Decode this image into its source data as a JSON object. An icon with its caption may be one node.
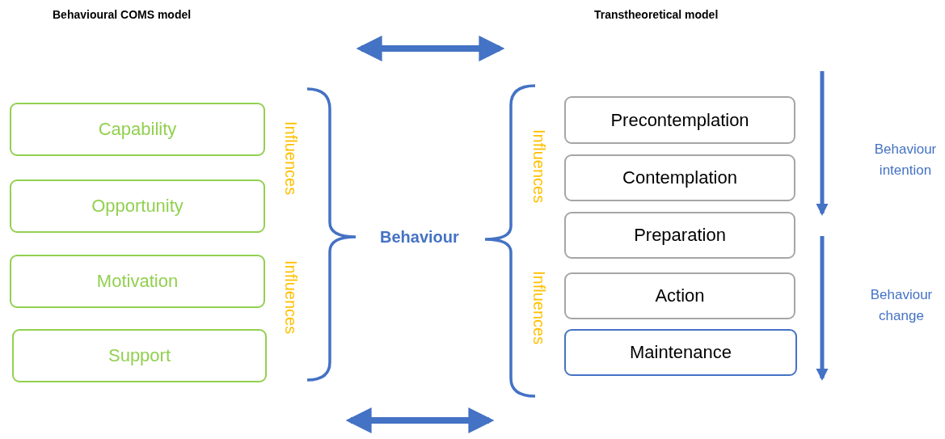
{
  "diagram": {
    "nodes": [
      {
        "text": [
          "Capability"
        ]
      },
      {
        "text": [
          "Opportunity"
        ]
      },
      {
        "text": [
          "Motivation"
        ]
      },
      {
        "text": [
          "Support"
        ]
      },
      {
        "text": [
          "Precontemplation"
        ]
      },
      {
        "text": [
          "Contemplation"
        ]
      },
      {
        "text": [
          "Preparation"
        ]
      },
      {
        "text": [
          "Action"
        ]
      },
      {
        "text": [
          "Maintenance"
        ]
      }
    ],
    "labels": [
      "Behavioural COMS model",
      "Transtheoretical model",
      "Influences",
      "Influences",
      "Behaviour",
      "Influences",
      "Influences",
      "Behaviour intention",
      "Behaviour change"
    ]
  }
}
